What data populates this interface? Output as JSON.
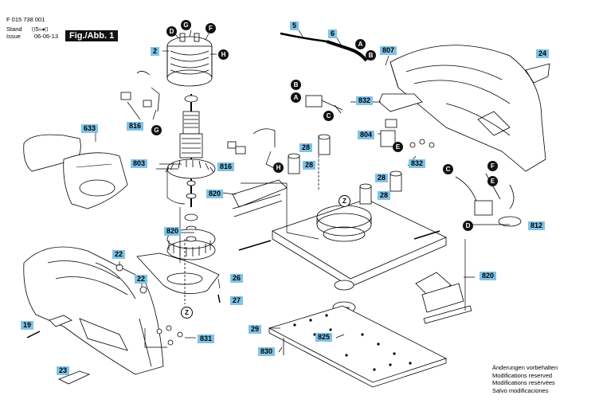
{
  "header": {
    "doc_number": "F 015 738 001",
    "stand_label": "Stand",
    "stand_mark": "⌷5⊶⌷",
    "issue_label": "Issue",
    "issue_date": "06-06-13",
    "figure_label": "Fig./Abb. 1"
  },
  "part_labels": [
    "2",
    "5",
    "6",
    "19",
    "22",
    "22",
    "23",
    "24",
    "26",
    "27",
    "28",
    "28",
    "28",
    "28",
    "29",
    "633",
    "803",
    "804",
    "807",
    "812",
    "816",
    "816",
    "820",
    "820",
    "820",
    "825",
    "830",
    "831",
    "832",
    "832"
  ],
  "connectors": [
    "D",
    "G",
    "F",
    "H",
    "G",
    "A",
    "B",
    "B",
    "A",
    "C",
    "E",
    "H",
    "C",
    "F",
    "E",
    "D"
  ],
  "zoom_markers": [
    "Z",
    "Z"
  ],
  "footer_note": [
    "Änderungen vorbehalten",
    "Modifications reserved",
    "Modifications resérvées",
    "Salvo modificaciones"
  ]
}
